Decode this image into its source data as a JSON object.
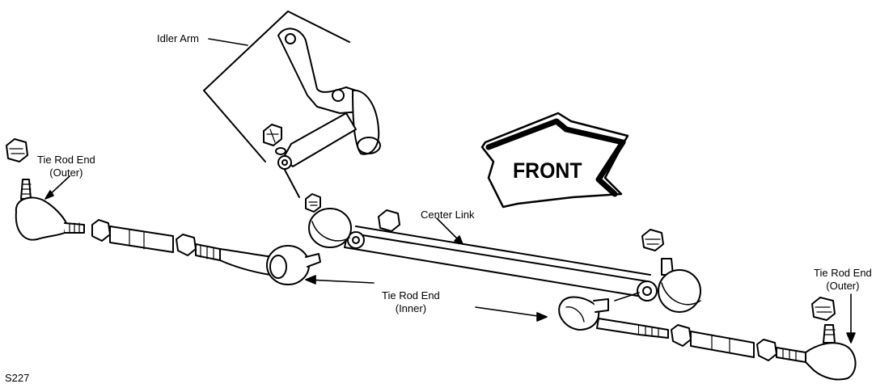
{
  "diagram": {
    "labels": {
      "idler_arm": "Idler Arm",
      "tie_rod_end_outer_left": [
        "Tie Rod End",
        "(Outer)"
      ],
      "tie_rod_end_outer_right": [
        "Tie Rod End",
        "(Outer)"
      ],
      "center_link": "Center Link",
      "tie_rod_end_inner": [
        "Tie Rod End",
        "(Inner)"
      ],
      "front": "FRONT",
      "figure_code": "S227"
    }
  }
}
